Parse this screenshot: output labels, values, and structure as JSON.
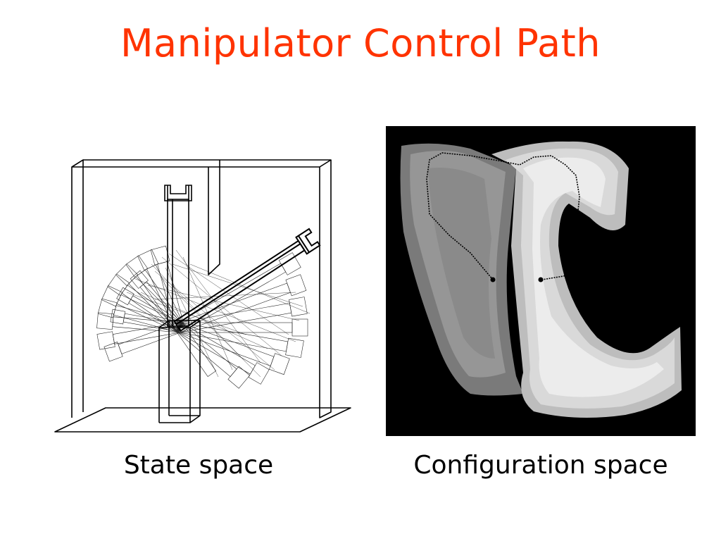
{
  "slide": {
    "title": "Manipulator Control Path",
    "title_color": "#ff3300"
  },
  "figures": {
    "state": {
      "caption": "State space"
    },
    "config": {
      "caption": "Configuration space"
    }
  },
  "colors": {
    "background": "#ffffff",
    "line": "#000000",
    "cspace_background": "#000000",
    "free_space_dark": "#808080",
    "free_space_light": "#e6e6e6"
  }
}
